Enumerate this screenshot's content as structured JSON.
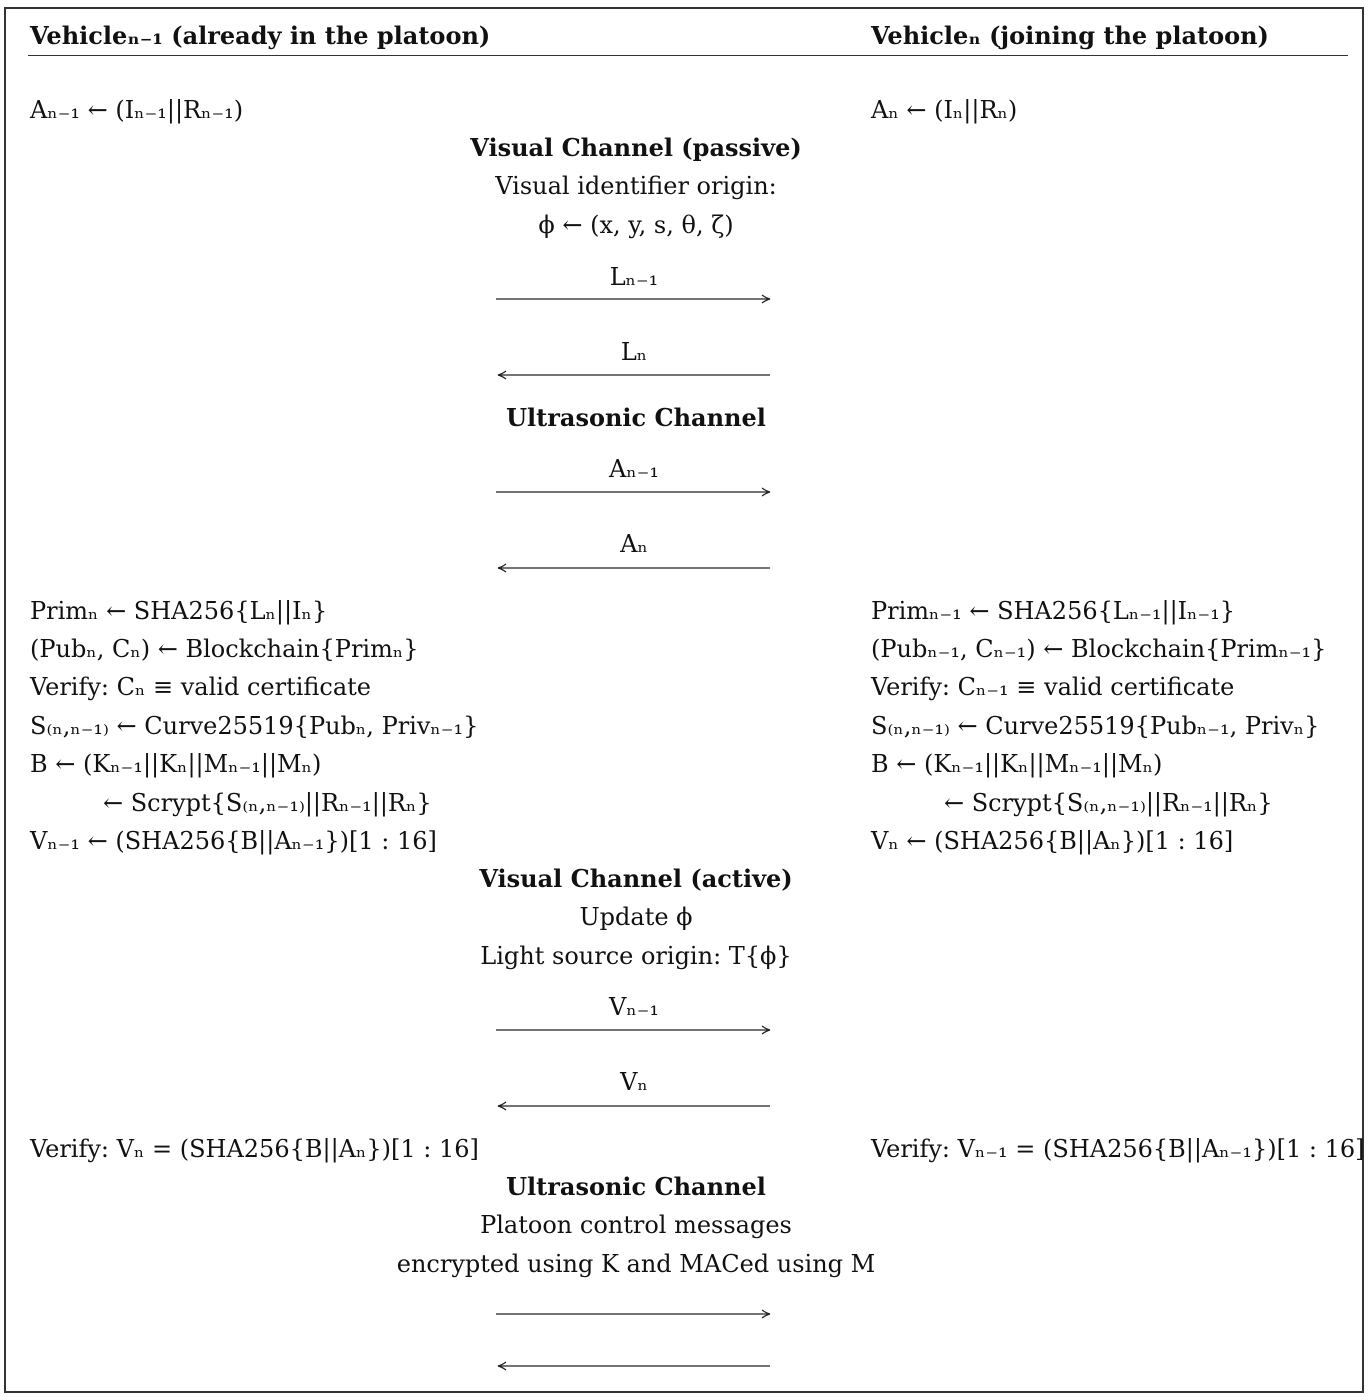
{
  "header": {
    "left": "Vehicleₙ₋₁ (already in the platoon)",
    "right": "Vehicleₙ (joining the platoon)"
  },
  "init": {
    "left": "Aₙ₋₁ ← (Iₙ₋₁||Rₙ₋₁)",
    "right": "Aₙ ← (Iₙ||Rₙ)"
  },
  "visual_passive": {
    "title": "Visual Channel (passive)",
    "line1": "Visual identifier origin:",
    "line2": "ϕ ← (x, y, s, θ, ζ)",
    "msg_right": "Lₙ₋₁",
    "msg_left": "Lₙ"
  },
  "ultrasonic1": {
    "title": "Ultrasonic Channel",
    "msg_right": "Aₙ₋₁",
    "msg_left": "Aₙ"
  },
  "compute_left": [
    "Primₙ ← SHA256{Lₙ||Iₙ}",
    "(Pubₙ, Cₙ) ← Blockchain{Primₙ}",
    "Verify: Cₙ ≡  valid certificate",
    "S₍ₙ,ₙ₋₁₎ ← Curve25519{Pubₙ, Privₙ₋₁}",
    "B ← (Kₙ₋₁||Kₙ||Mₙ₋₁||Mₙ)",
    "← Scrypt{S₍ₙ,ₙ₋₁₎||Rₙ₋₁||Rₙ}",
    "Vₙ₋₁ ← (SHA256{B||Aₙ₋₁})[1 : 16]"
  ],
  "compute_right": [
    "Primₙ₋₁ ← SHA256{Lₙ₋₁||Iₙ₋₁}",
    "(Pubₙ₋₁, Cₙ₋₁) ← Blockchain{Primₙ₋₁}",
    "Verify: Cₙ₋₁ ≡  valid certificate",
    "S₍ₙ,ₙ₋₁₎ ← Curve25519{Pubₙ₋₁, Privₙ}",
    "B ← (Kₙ₋₁||Kₙ||Mₙ₋₁||Mₙ)",
    "← Scrypt{S₍ₙ,ₙ₋₁₎||Rₙ₋₁||Rₙ}",
    "Vₙ ← (SHA256{B||Aₙ})[1 : 16]"
  ],
  "visual_active": {
    "title": "Visual Channel (active)",
    "line1": "Update ϕ",
    "line2": "Light source origin: T{ϕ}",
    "msg_right": "Vₙ₋₁",
    "msg_left": "Vₙ"
  },
  "verify": {
    "left": "Verify: Vₙ = (SHA256{B||Aₙ})[1 : 16]",
    "right": "Verify: Vₙ₋₁ = (SHA256{B||Aₙ₋₁})[1 : 16]"
  },
  "ultrasonic2": {
    "title": "Ultrasonic Channel",
    "line1": "Platoon control messages",
    "line2": "encrypted using K and MACed using M"
  }
}
